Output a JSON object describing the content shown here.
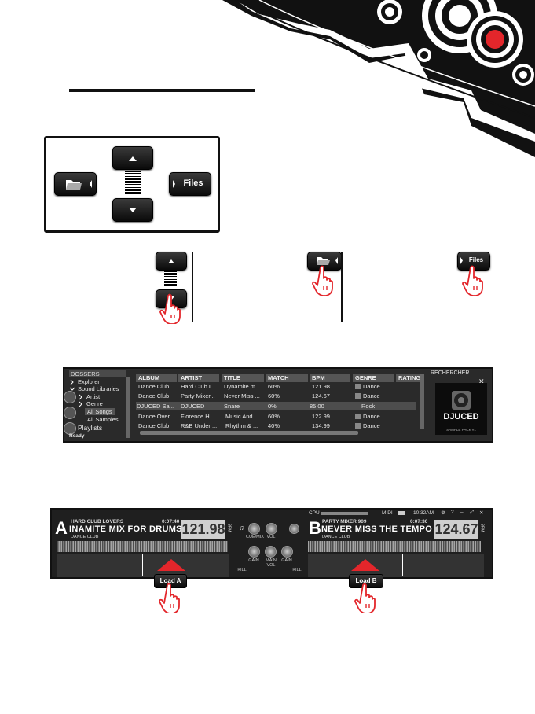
{
  "control_box": {
    "files_label": "Files"
  },
  "small_buttons": {
    "files_label": "Files"
  },
  "browser": {
    "tree_header": "DOSSERS",
    "tree_items": [
      "Explorer",
      "Sound Libraries",
      "Artist",
      "Genre",
      "All Songs",
      "All Samples",
      "Playlists"
    ],
    "status": "Ready",
    "columns": [
      "ALBUM",
      "ARTIST",
      "TITLE",
      "MATCH",
      "BPM",
      "GENRE",
      "RATING"
    ],
    "rows": [
      [
        "Dance Club",
        "Hard Club L...",
        "Dynamite m...",
        "60%",
        "121.98",
        "Dance"
      ],
      [
        "Dance Club",
        "Party Mixer...",
        "Never Miss ...",
        "60%",
        "124.67",
        "Dance"
      ],
      [
        "DJUCED Sa...",
        "DJUCED",
        "Snare",
        "0%",
        "85.00",
        "Rock"
      ],
      [
        "Dance Over...",
        "Florence H...",
        "Music And ...",
        "60%",
        "122.99",
        "Dance"
      ],
      [
        "Dance Club",
        "R&B Under ...",
        "Rhythm & ...",
        "40%",
        "134.99",
        "Dance"
      ]
    ],
    "search_label": "RECHERCHER",
    "logo_text": "DJUCED",
    "logo_sub": "SAMPLE PACK #1"
  },
  "decks": {
    "top_bar": {
      "cpu": "CPU",
      "midi": "MIDI",
      "time": "10:32AM"
    },
    "deck_a": {
      "letter": "A",
      "artist": "HARD CLUB LOVERS",
      "time": "0:07:40",
      "title": "INAMITE MIX FOR DRUMS A",
      "genre": "DANCE CLUB",
      "bpm": "121.98",
      "load": "Load A"
    },
    "deck_b": {
      "letter": "B",
      "artist": "PARTY MIXER 909",
      "time": "0:07:30",
      "title": "NEVER MISS THE TEMPO",
      "genre": "DANCE CLUB",
      "bpm": "124.67",
      "load": "Load B"
    },
    "mixer_labels": {
      "cue_mix": "CUE/MIX",
      "vol": "VOL",
      "gain_left": "GAIN",
      "main_vol": "MAIN VOL",
      "gain_right": "GAIN",
      "kill_left": "KILL",
      "kill_right": "KILL",
      "bpm_unit": "BPM"
    }
  },
  "colors": {
    "accent_red": "#e3262b",
    "dark": "#111111"
  }
}
